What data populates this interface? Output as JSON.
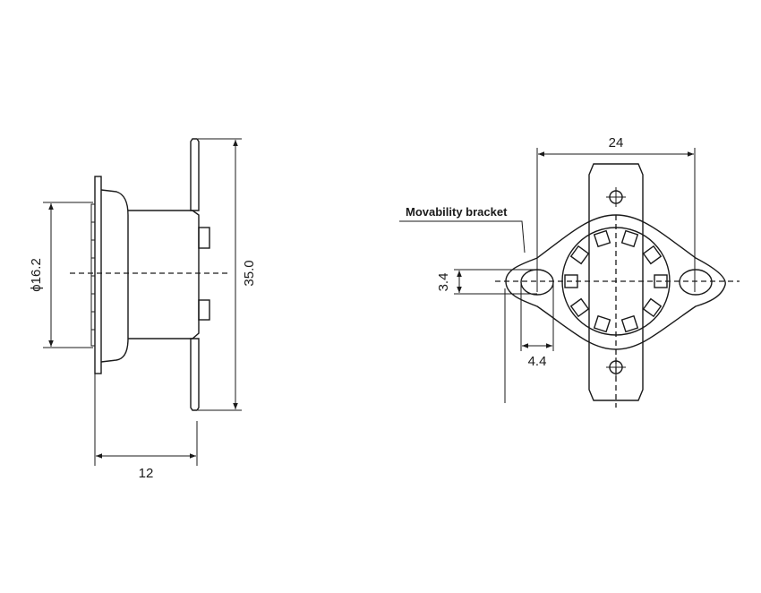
{
  "side_view": {
    "diameter_label": "ϕ16.2",
    "height_label": "35.0",
    "depth_label": "12"
  },
  "front_view": {
    "hole_spacing_label": "24",
    "hole_height_label": "3.4",
    "hole_width_label": "4.4",
    "callout_label": "Movability bracket"
  },
  "colors": {
    "line": "#1a1a1a",
    "background": "#ffffff"
  }
}
